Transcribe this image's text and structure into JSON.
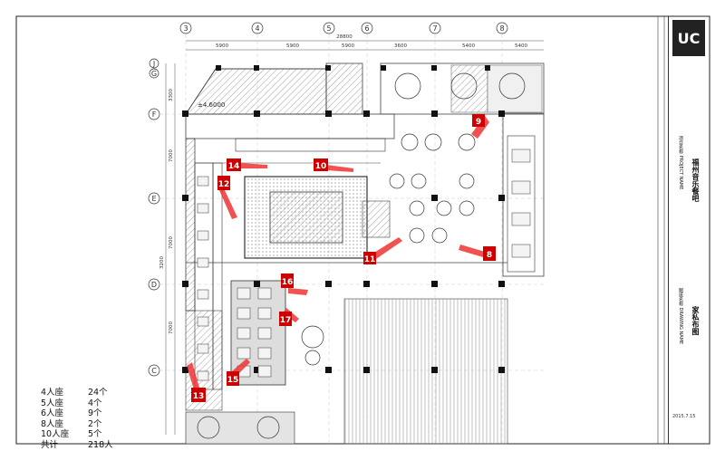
{
  "drawing": {
    "grid_columns": [
      "3",
      "4",
      "5",
      "6",
      "7",
      "8"
    ],
    "grid_rows": [
      "J",
      "G",
      "F",
      "E",
      "D",
      "C"
    ],
    "top_dimensions": [
      "5900",
      "5900",
      "5900",
      "3600",
      "5400",
      "5400"
    ],
    "total_dimension": "28800",
    "left_dimensions": [
      "3300",
      "7000",
      "3200",
      "7000",
      "7000"
    ],
    "elevation_label": "±4.6000",
    "view_markers": [
      "9",
      "10",
      "14",
      "12",
      "11",
      "8",
      "16",
      "17",
      "15",
      "13"
    ]
  },
  "legend": {
    "rows": [
      {
        "label": "4人座",
        "value": "24个"
      },
      {
        "label": "5人座",
        "value": "4个"
      },
      {
        "label": "6人座",
        "value": "9个"
      },
      {
        "label": "8人座",
        "value": "2个"
      },
      {
        "label": "10人座",
        "value": "5个"
      },
      {
        "label": "共计",
        "value": "218人"
      }
    ]
  },
  "title_block": {
    "logo_text": "UC",
    "project_label": "项目名称 PROJECT NAME",
    "project_name": "福州音乐餐吧",
    "drawing_label": "图纸名称 DRAWING NAME",
    "drawing_name": "家私布图",
    "date": "2015.7.15"
  }
}
